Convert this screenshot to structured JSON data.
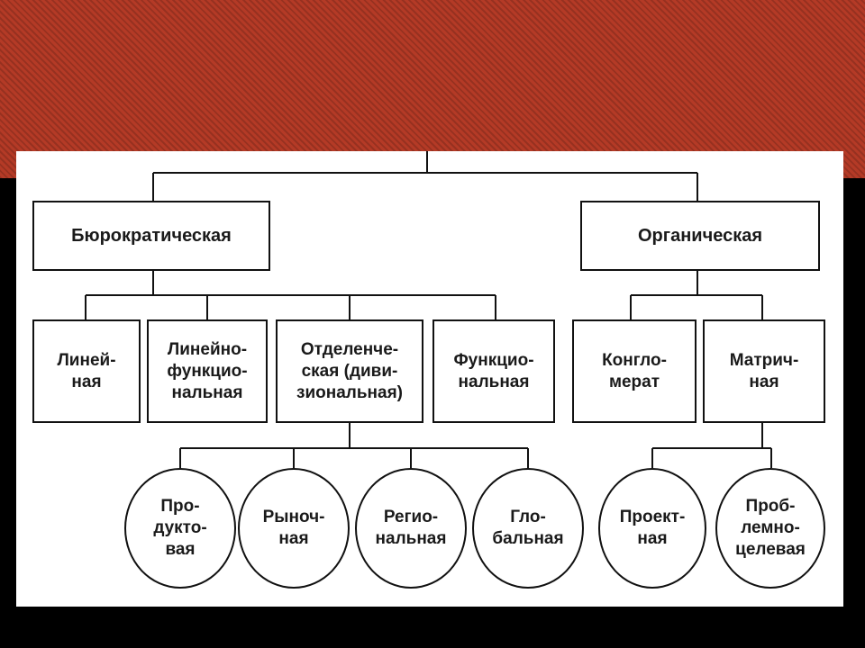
{
  "diagram": {
    "root_types": {
      "bureaucratic": "Бюрократическая",
      "organic": "Органическая"
    },
    "bureaucratic_children": {
      "linear": "Линей-\nная",
      "linear_functional": "Линейно-\nфункцио-\nнальная",
      "divisional": "Отделенче-\nская (диви-\nзиональная)",
      "functional": "Функцио-\nнальная"
    },
    "organic_children": {
      "conglomerate": "Конгло-\nмерат",
      "matrix": "Матрич-\nная"
    },
    "divisional_children": {
      "product": "Про-\nдукто-\nвая",
      "market": "Рыноч-\nная",
      "regional": "Регио-\nнальная",
      "global": "Гло-\nбальная"
    },
    "matrix_children": {
      "project": "Проект-\nная",
      "problem_target": "Проб-\nлемно-\nцелевая"
    }
  },
  "colors": {
    "band": "#b43a26",
    "background": "#000000",
    "canvas": "#ffffff",
    "line": "#111111"
  }
}
